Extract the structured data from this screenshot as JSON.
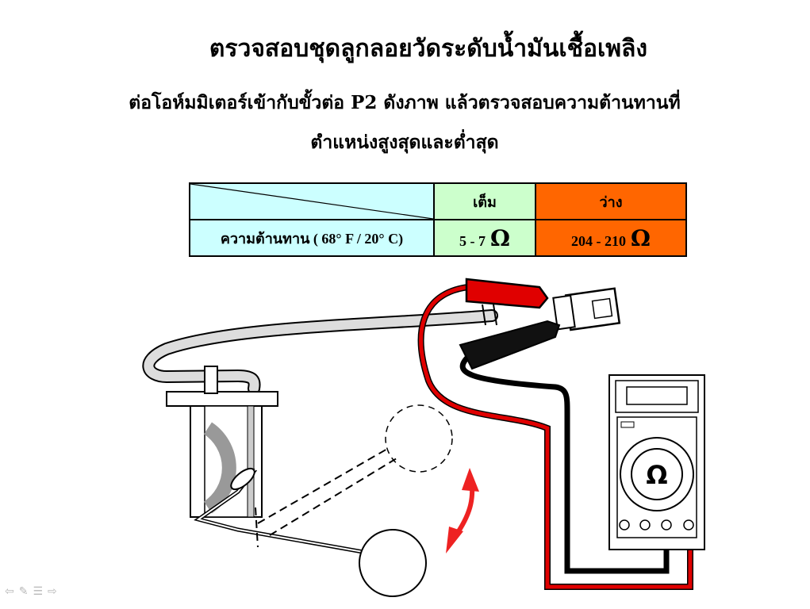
{
  "title": "ตรวจสอบชุดลูกลอยวัดระดับน้ำมันเชื้อเพลิง",
  "instruction_line1": "ต่อโอห์มมิเตอร์เข้ากับขั้วต่อ P2 ดังภาพ  แล้วตรวจสอบความต้านทานที่",
  "instruction_line2": "ตำแหน่งสูงสุดและต่ำสุด",
  "table": {
    "col_full": "เต็ม",
    "col_empty": "ว่าง",
    "row_label": "ความต้านทาน ( 68°  F / 20° C)",
    "full_value": "5 - 7",
    "empty_value": "204 - 210",
    "unit_symbol": "Ω"
  },
  "meter": {
    "symbol": "Ω"
  },
  "colors": {
    "header_cyan": "#ccffff",
    "full_green": "#ccffcc",
    "empty_orange": "#ff6600",
    "lead_red": "#e00000",
    "arrow_red": "#ee2222"
  },
  "nav": {
    "prev": "⇦",
    "pen": "✎",
    "menu": "☰",
    "next": "⇨"
  },
  "icons": [
    "prev-arrow-icon",
    "pen-icon",
    "menu-icon",
    "next-arrow-icon",
    "ohm-icon"
  ]
}
